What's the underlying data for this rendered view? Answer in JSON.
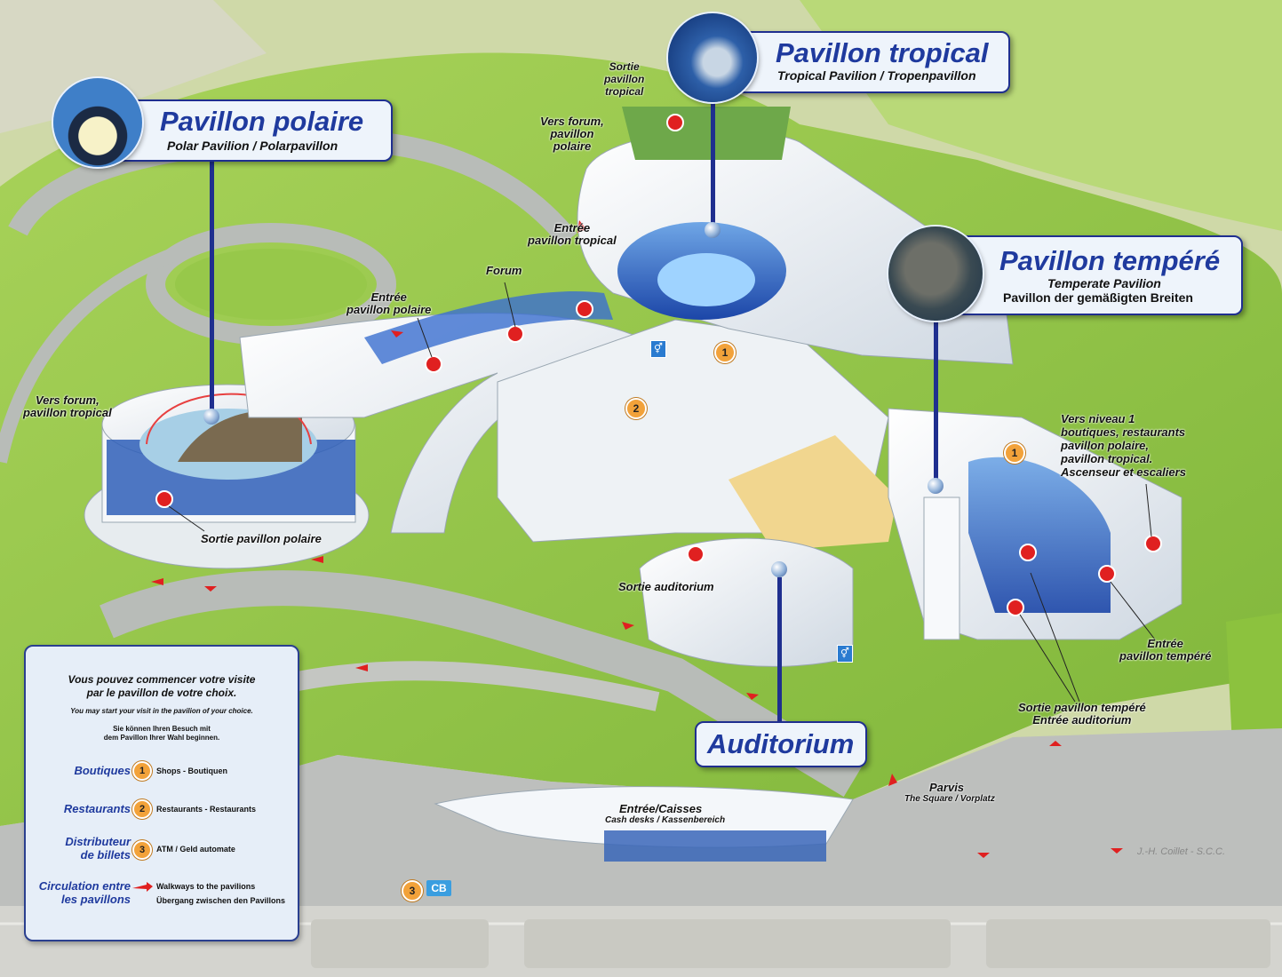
{
  "pavilions": {
    "polaire": {
      "title": "Pavillon polaire",
      "subtitle": "Polar Pavilion / Polarpavillon"
    },
    "tropical": {
      "title": "Pavillon tropical",
      "subtitle": "Tropical Pavilion / Tropenpavillon"
    },
    "tempere": {
      "title": "Pavillon tempéré",
      "subtitle1": "Temperate Pavilion",
      "subtitle2": "Pavillon der gemäßigten Breiten"
    },
    "auditorium": {
      "title": "Auditorium"
    }
  },
  "labels": {
    "sortie_tropical": "Sortie\npavillon\ntropical",
    "vers_forum_polaire": "Vers forum,\npavillon\npolaire",
    "entree_tropical": "Entrée\npavillon tropical",
    "forum": "Forum",
    "entree_polaire": "Entrée\npavillon polaire",
    "vers_forum_tropical": "Vers forum,\npavillon tropical",
    "sortie_polaire": "Sortie pavillon polaire",
    "sortie_auditorium": "Sortie auditorium",
    "vers_niveau": "Vers niveau 1\nboutiques, restaurants\npavillon polaire,\npavillon tropical.\nAscenseur et escaliers",
    "entree_tempere": "Entrée\npavillon tempéré",
    "sortie_tempere": "Sortie pavillon tempéré\nEntrée auditorium",
    "parvis": "Parvis",
    "parvis_sub": "The Square / Vorplatz",
    "entree_caisses": "Entrée/Caisses",
    "entree_caisses_sub": "Cash desks / Kassenbereich"
  },
  "badges": {
    "one": "1",
    "two": "2",
    "three": "3",
    "cb": "CB"
  },
  "legend": {
    "intro_fr": "Vous pouvez commencer votre visite\npar le pavillon de votre choix.",
    "intro_en": "You may start your visit in the pavilion of your choice.",
    "intro_de": "Sie können Ihren Besuch mit\ndem Pavillon Ihrer Wahl beginnen.",
    "rows": [
      {
        "name": "Boutiques",
        "badge": "1",
        "desc": "Shops - Boutiquen"
      },
      {
        "name": "Restaurants",
        "badge": "2",
        "desc": "Restaurants - Restaurants"
      },
      {
        "name": "Distributeur\nde billets",
        "badge": "3",
        "desc": "ATM / Geld automate"
      },
      {
        "name": "Circulation entre\nles pavillons",
        "badge": "",
        "desc": "Walkways to the pavilions\nÜbergang zwischen den Pavillons"
      }
    ]
  },
  "signature": "J.-H. Coillet - S.C.C.",
  "colors": {
    "accent": "#1f3a9e",
    "marker": "#e02020",
    "badge": "#f2a23a",
    "lawn": "#9cc94a",
    "building": "#f3f6f8"
  }
}
